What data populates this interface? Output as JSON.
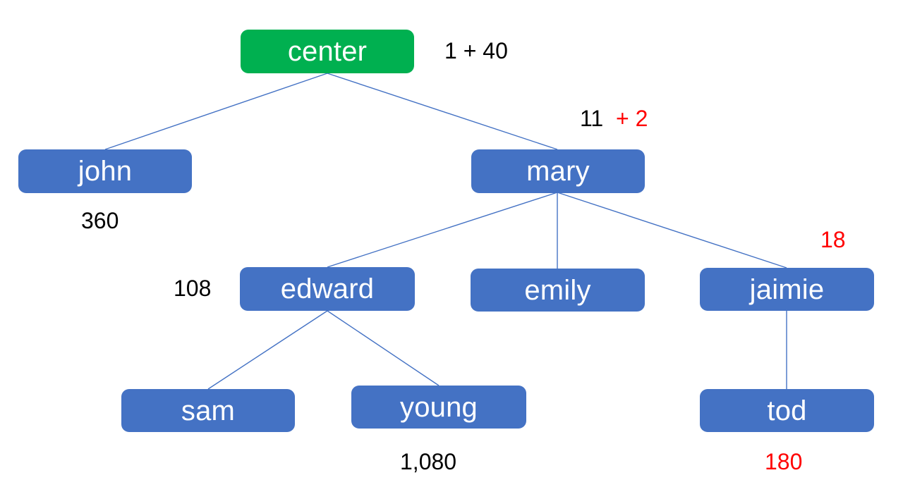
{
  "diagram": {
    "title_text": "",
    "colors": {
      "node_default": "#4472C4",
      "node_root": "#00B050",
      "edge": "#4472C4",
      "label_default": "#000000",
      "label_highlight": "#FF0000",
      "background": "#FFFFFF",
      "node_text": "#FFFFFF"
    },
    "nodes": [
      {
        "id": "center",
        "label": "center",
        "color": "green"
      },
      {
        "id": "john",
        "label": "john",
        "color": "blue"
      },
      {
        "id": "mary",
        "label": "mary",
        "color": "blue"
      },
      {
        "id": "edward",
        "label": "edward",
        "color": "blue"
      },
      {
        "id": "emily",
        "label": "emily",
        "color": "blue"
      },
      {
        "id": "jaimie",
        "label": "jaimie",
        "color": "blue"
      },
      {
        "id": "sam",
        "label": "sam",
        "color": "blue"
      },
      {
        "id": "young",
        "label": "young",
        "color": "blue"
      },
      {
        "id": "tod",
        "label": "tod",
        "color": "blue"
      }
    ],
    "edges": [
      {
        "from": "center",
        "to": "john"
      },
      {
        "from": "center",
        "to": "mary"
      },
      {
        "from": "mary",
        "to": "edward"
      },
      {
        "from": "mary",
        "to": "emily"
      },
      {
        "from": "mary",
        "to": "jaimie"
      },
      {
        "from": "edward",
        "to": "sam"
      },
      {
        "from": "edward",
        "to": "young"
      },
      {
        "from": "jaimie",
        "to": "tod"
      }
    ],
    "annotations": [
      {
        "id": "center-annot",
        "for": "center",
        "text": "1 + 40",
        "color": "black"
      },
      {
        "id": "mary-annot-left",
        "for": "mary",
        "text": "11",
        "color": "black"
      },
      {
        "id": "mary-annot-right",
        "for": "mary",
        "text": "+ 2",
        "color": "red"
      },
      {
        "id": "john-annot",
        "for": "john",
        "text": "360",
        "color": "black"
      },
      {
        "id": "edward-annot",
        "for": "edward",
        "text": "108",
        "color": "black"
      },
      {
        "id": "jaimie-annot",
        "for": "jaimie",
        "text": "18",
        "color": "red"
      },
      {
        "id": "young-annot",
        "for": "young",
        "text": "1,080",
        "color": "black"
      },
      {
        "id": "tod-annot",
        "for": "tod",
        "text": "180",
        "color": "red"
      }
    ]
  }
}
